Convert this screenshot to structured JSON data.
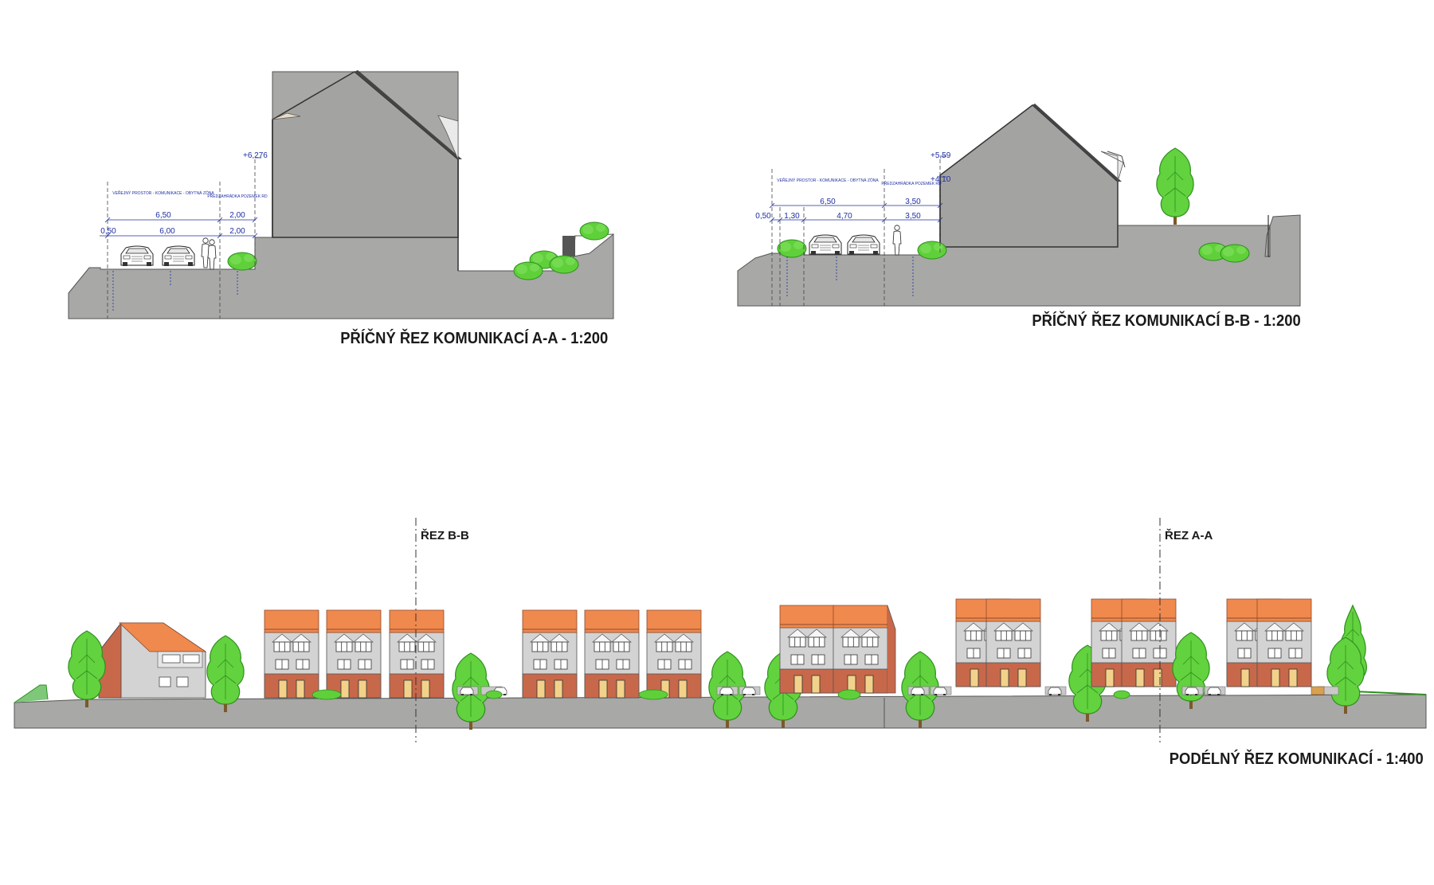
{
  "section_aa": {
    "caption": "PŘÍČNÝ ŘEZ KOMUNIKACÍ A-A - 1:200",
    "zone_public": "VEŘEJNÝ PROSTOR - KOMUNIKACE - OBYTNÁ ZÓNA",
    "zone_front": "PŘEDZAHRÁDKA POZEMEK RD",
    "elevation": "+6,276",
    "dims": {
      "public_total": "6,50",
      "front_top": "2,00",
      "curb": "0,50",
      "carriageway": "6,00",
      "front_bottom": "2,00"
    }
  },
  "section_bb": {
    "caption": "PŘÍČNÝ ŘEZ KOMUNIKACÍ B-B - 1:200",
    "zone_public": "VEŘEJNÝ PROSTOR - KOMUNIKACE - OBYTNÁ ZÓNA",
    "zone_front": "PŘEDZAHRÁDKA POZEMEK RD",
    "elevation_top": "+5,59",
    "elevation_mid": "+4,10",
    "dims": {
      "public_total": "6,50",
      "front_top": "3,50",
      "curb": "0,50",
      "verge": "1,30",
      "carriageway": "4,70",
      "front_bottom": "3,50"
    }
  },
  "longitudinal": {
    "caption": "PODÉLNÝ ŘEZ KOMUNIKACÍ - 1:400",
    "cut_bb": "ŘEZ B-B",
    "cut_aa": "ŘEZ A-A"
  },
  "colors": {
    "ground": "#a8a8a6",
    "building_wall": "#a3a3a1",
    "roof_orange": "#f0894e",
    "brick": "#c8684a",
    "facade_grey": "#d4d4d4",
    "tree_green": "#5fd03a",
    "dimension_blue": "#1f2fa0"
  }
}
